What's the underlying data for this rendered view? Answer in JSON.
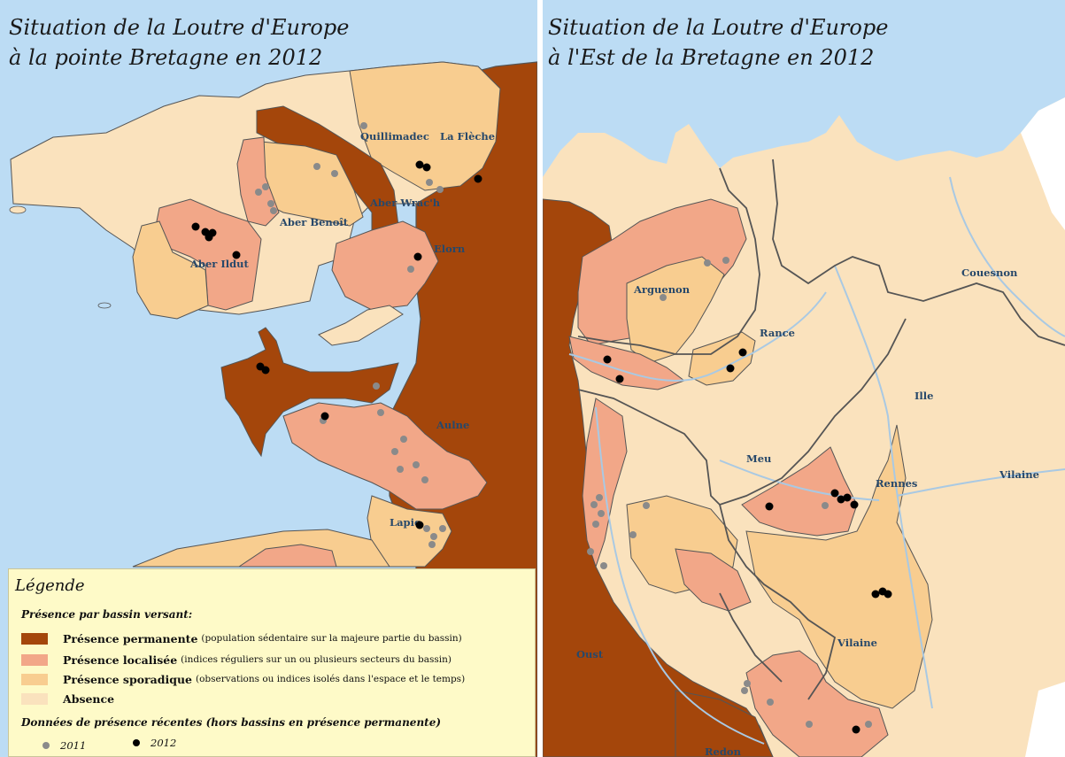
{
  "left_map": {
    "title_line1": "Situation de la Loutre d'Europe",
    "title_line2": "à la pointe Bretagne en 2012",
    "labels": {
      "quillimadec": "Quillimadec",
      "la_fleche": "La Flèche",
      "aber_wrach": "Aber Wrac'h",
      "aber_benoit": "Aber Benoît",
      "aber_ildut": "Aber Ildut",
      "elorn": "Elorn",
      "aulne": "Aulne",
      "lapic": "Lapic"
    }
  },
  "right_map": {
    "title_line1": "Situation de la Loutre d'Europe",
    "title_line2": "à l'Est de la Bretagne en 2012",
    "labels": {
      "arguenon": "Arguenon",
      "couesnon": "Couesnon",
      "rance": "Rance",
      "ille": "Ille",
      "meu": "Meu",
      "rennes": "Rennes",
      "vilaine_east": "Vilaine",
      "vilaine_south": "Vilaine",
      "oust": "Oust",
      "redon": "Redon"
    }
  },
  "legend": {
    "title": "Légende",
    "subtitle_basin": "Présence par bassin versant:",
    "classes": [
      {
        "label": "Présence permanente",
        "detail": "(population sédentaire sur la majeure partie du bassin)",
        "color": "#a4460b"
      },
      {
        "label": "Présence localisée",
        "detail": "(indices réguliers sur un ou plusieurs secteurs du bassin)",
        "color": "#f2a788"
      },
      {
        "label": "Présence sporadique",
        "detail": "(observations ou indices isolés dans l'espace et le temps)",
        "color": "#f8cd90"
      },
      {
        "label": "Absence",
        "detail": "",
        "color": "#fae2bd"
      }
    ],
    "subtitle_points": "Données de présence récentes (hors bassins en présence permanente)",
    "points": [
      {
        "label": "2011",
        "color": "#8a8a8a"
      },
      {
        "label": "2012",
        "color": "#000000"
      }
    ]
  },
  "colors": {
    "sea": "#bcdcf4",
    "outside": "#ffffff",
    "boundary": "#555555",
    "river": "#a9c9e3"
  }
}
